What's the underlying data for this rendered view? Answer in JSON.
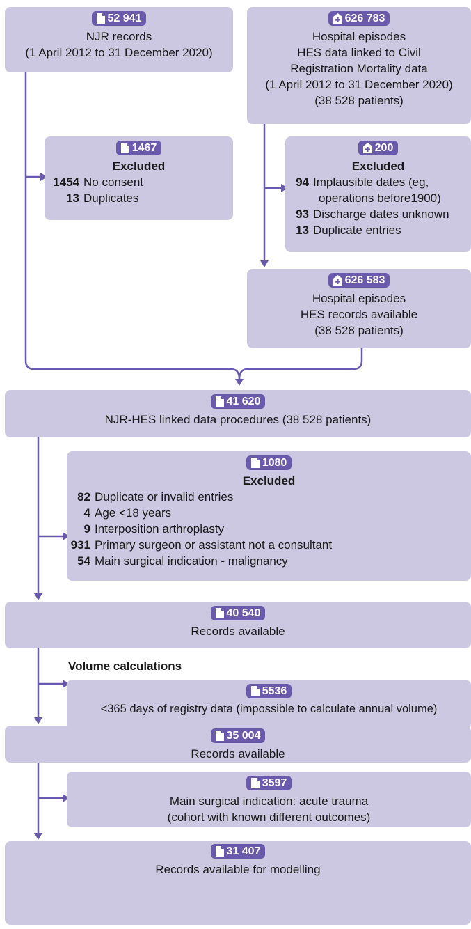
{
  "colors": {
    "box": "#ccc8e2",
    "pill": "#6a5aab",
    "line": "#6a5aab"
  },
  "njr": {
    "count": "52 941",
    "icon": "document-icon",
    "line1": "NJR records",
    "line2": "(1 April 2012 to 31 December 2020)"
  },
  "hes": {
    "count": "626 783",
    "icon": "hospital-icon",
    "line1": "Hospital episodes",
    "line2": "HES data linked to Civil",
    "line3": "Registration Mortality data",
    "line4": "(1 April 2012 to 31 December 2020)",
    "line5": "(38 528 patients)"
  },
  "njr_excl": {
    "count": "1467",
    "icon": "document-icon",
    "title": "Excluded",
    "rows": [
      {
        "n": "1454",
        "d": "No consent"
      },
      {
        "n": "13",
        "d": "Duplicates"
      }
    ]
  },
  "hes_excl": {
    "count": "200",
    "icon": "hospital-icon",
    "title": "Excluded",
    "rows": [
      {
        "n": "94",
        "d": "Implausible dates (eg,",
        "d2": "operations before1900)"
      },
      {
        "n": "93",
        "d": "Discharge dates unknown"
      },
      {
        "n": "13",
        "d": "Duplicate entries"
      }
    ]
  },
  "hes_avail": {
    "count": "626 583",
    "icon": "hospital-icon",
    "line1": "Hospital episodes",
    "line2": "HES records available",
    "line3": "(38 528 patients)"
  },
  "linked": {
    "count": "41 620",
    "icon": "document-icon",
    "line1": "NJR-HES linked data procedures (38 528 patients)"
  },
  "excl3": {
    "count": "1080",
    "icon": "document-icon",
    "title": "Excluded",
    "rows": [
      {
        "n": "82",
        "d": "Duplicate or invalid entries"
      },
      {
        "n": "4",
        "d": "Age <18 years"
      },
      {
        "n": "9",
        "d": "Interposition arthroplasty"
      },
      {
        "n": "931",
        "d": "Primary surgeon or assistant not a consultant"
      },
      {
        "n": "54",
        "d": "Main surgical indication - malignancy"
      }
    ]
  },
  "avail1": {
    "count": "40 540",
    "icon": "document-icon",
    "line1": "Records available"
  },
  "volume_label": "Volume calculations",
  "excl4": {
    "count": "5536",
    "icon": "document-icon",
    "line1": "<365 days of registry data (impossible to calculate annual volume)"
  },
  "avail2": {
    "count": "35 004",
    "icon": "document-icon",
    "line1": "Records available"
  },
  "excl5": {
    "count": "3597",
    "icon": "document-icon",
    "line1": "Main surgical indication: acute trauma",
    "line2": "(cohort with known different outcomes)"
  },
  "final": {
    "count": "31 407",
    "icon": "document-icon",
    "line1": "Records available for modelling"
  }
}
